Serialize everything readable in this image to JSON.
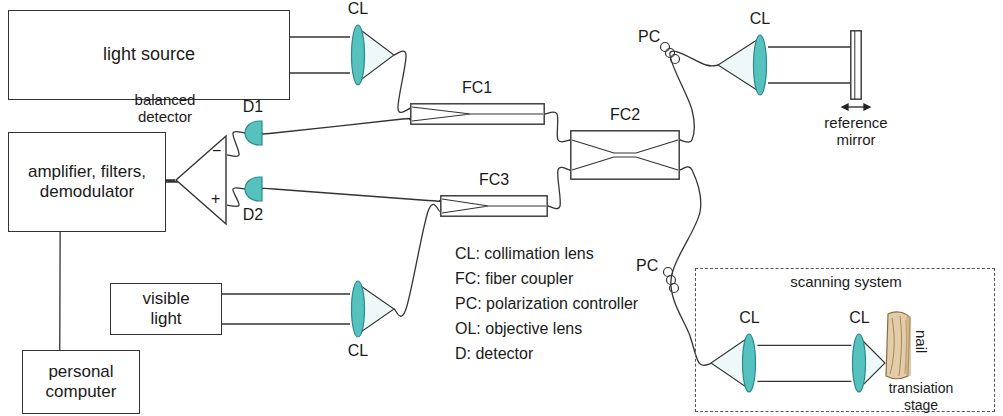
{
  "diagram": {
    "nodes": [
      {
        "text": [
          "light source"
        ]
      },
      {
        "text": [
          "amplifier, filters, demodulator"
        ]
      },
      {
        "text": [
          "visible light"
        ]
      },
      {
        "text": [
          "personal computer"
        ]
      },
      {
        "text": [
          "FC1"
        ]
      },
      {
        "text": [
          "FC2"
        ]
      },
      {
        "text": [
          "FC3"
        ]
      },
      {
        "text": [
          "CL"
        ]
      },
      {
        "text": [
          "CL"
        ]
      },
      {
        "text": [
          "CL"
        ]
      },
      {
        "text": [
          "reference mirror"
        ]
      },
      {
        "text": [
          "D1"
        ]
      },
      {
        "text": [
          "D2"
        ]
      },
      {
        "text": [
          "balanced detector"
        ]
      },
      {
        "text": [
          "scanning system"
        ]
      },
      {
        "text": [
          "CL"
        ],
        "in": 14
      },
      {
        "text": [
          "CL"
        ],
        "in": 14
      }
    ],
    "edges": [
      {
        "from": 0,
        "to": 7,
        "arrow": "none"
      },
      {
        "from": 7,
        "to": 4,
        "arrow": "none"
      },
      {
        "from": 4,
        "to": 11,
        "arrow": "none"
      },
      {
        "from": 4,
        "to": 5,
        "arrow": "none"
      },
      {
        "from": 5,
        "to": 6,
        "arrow": "none"
      },
      {
        "from": 6,
        "to": 12,
        "arrow": "none"
      },
      {
        "from": 6,
        "to": 8,
        "arrow": "none"
      },
      {
        "from": 8,
        "to": 2,
        "arrow": "none"
      },
      {
        "from": 5,
        "to": 9,
        "arrow": "none"
      },
      {
        "from": 9,
        "to": 10,
        "arrow": "none"
      },
      {
        "from": 5,
        "to": 15,
        "arrow": "none"
      },
      {
        "from": 15,
        "to": 16,
        "arrow": "none"
      },
      {
        "from": 11,
        "to": 13,
        "arrow": "none"
      },
      {
        "from": 12,
        "to": 13,
        "arrow": "none"
      },
      {
        "from": 13,
        "to": 1,
        "arrow": "none"
      },
      {
        "from": 1,
        "to": 3,
        "arrow": "none"
      }
    ],
    "labels": [
      "−",
      "+",
      "PC",
      "PC",
      "CL: collimation lens",
      "FC: fiber coupler",
      "PC: polarization controller",
      "OL: objective lens",
      "D: detector",
      "nail",
      "transiation stage"
    ]
  }
}
